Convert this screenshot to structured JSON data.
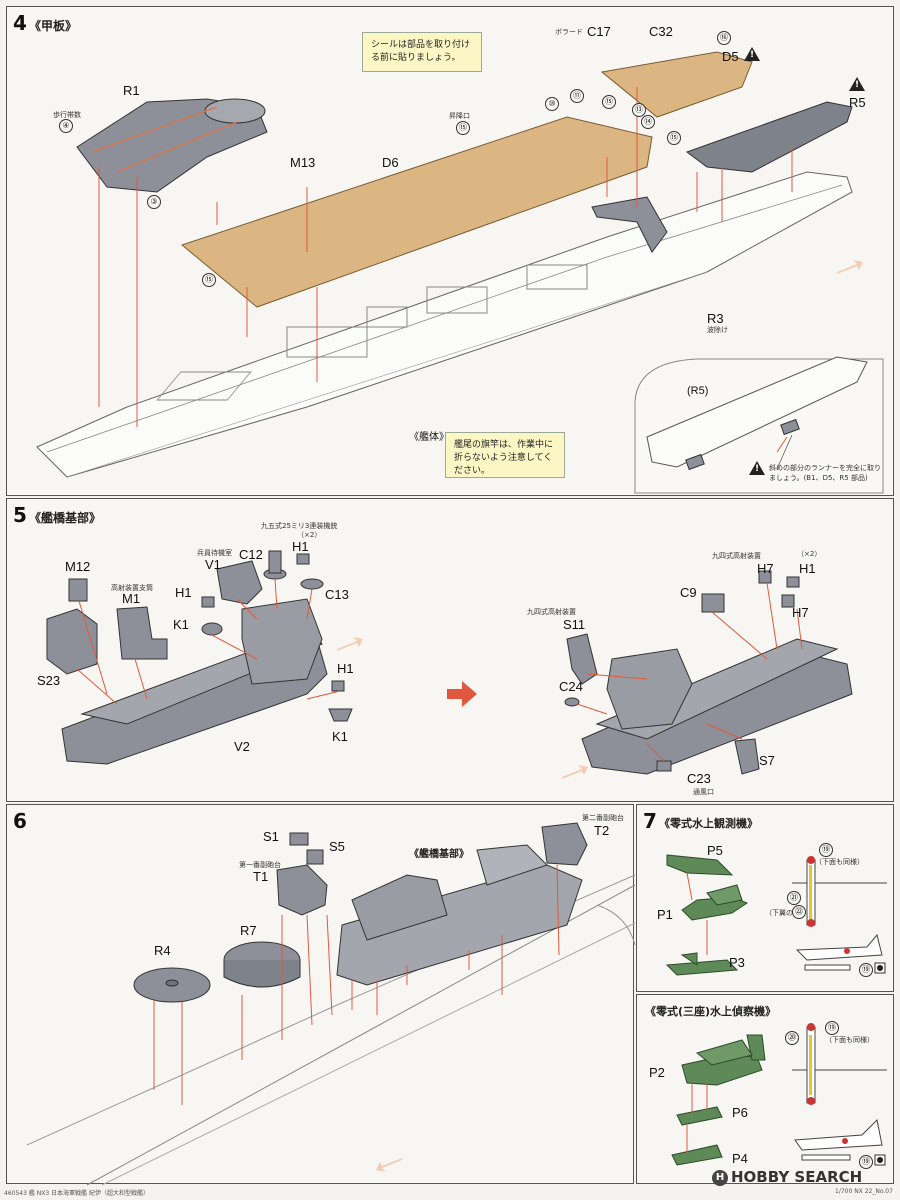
{
  "step4": {
    "number": "4",
    "title": "《甲板》",
    "note_top": "シールは部品を取り付ける前に貼りましょう。",
    "note_bottom": "艦尾の旗竿は、作業中に折らないよう注意してください。",
    "hull_label": "《艦体》",
    "parts": [
      "R1",
      "M13",
      "D6",
      "C17",
      "C32",
      "D5",
      "R5",
      "R3"
    ],
    "small_labels": {
      "walkway": "歩行帯数",
      "elevator": "昇降口",
      "bollard": "ボラード",
      "r3_sub": "波除け"
    },
    "circled": [
      "④",
      "③",
      "⑮",
      "⑩",
      "⑪",
      "⑬",
      "⑭",
      "⑯"
    ],
    "inset": {
      "label": "(R5)",
      "note": "斜めの部分のランナーを完全に取りましょう。(B1、D5、R5 部品)"
    }
  },
  "step5": {
    "number": "5",
    "title": "《艦橋基部》",
    "parts_left": [
      "M12",
      "M1",
      "S23",
      "V1",
      "C12",
      "H1",
      "K1",
      "C13",
      "V2"
    ],
    "parts_right": [
      "S11",
      "C9",
      "H7",
      "H1",
      "H7",
      "C24",
      "S7",
      "C23"
    ],
    "small_labels": {
      "aa_25mm": "九五式25ミリ3連装機銃",
      "x2a": "（×2）",
      "crew": "兵員待機室",
      "aa_support": "高射装置支筒",
      "type94_a": "九四式高射装置",
      "type94_b": "九四式高射装置",
      "x2b": "（×2）",
      "vent": "通風口"
    }
  },
  "step6": {
    "number": "6",
    "title": "《艦橋基部》",
    "parts": [
      "S1",
      "S5",
      "T1",
      "T2",
      "R7",
      "R4"
    ],
    "small_labels": {
      "first_aa": "第一番副砲台",
      "second_aa": "第二番副砲台"
    }
  },
  "step7": {
    "number": "7",
    "title_a": "《零式水上観測機》",
    "title_b": "《零式(三座)水上偵察機》",
    "parts_a": [
      "P5",
      "P1",
      "P3"
    ],
    "parts_b": [
      "P2",
      "P6",
      "P4"
    ],
    "circled_a": [
      "⑲",
      "㉑",
      "㉒",
      "⑲"
    ],
    "circled_b": [
      "⑲",
      "⑳",
      "⑲"
    ],
    "small_labels": {
      "lower_same_a": "（下面も同様）",
      "lower_wing": "（下翼の翼）",
      "lower_same_b": "（下面も同様）"
    }
  },
  "footer": {
    "left": "460543  艦 NX3 日本海軍戦艦 紀伊（超大和型戦艦）",
    "logo": "HOBBY SEARCH",
    "right": "1/700 NX 22_No.07"
  },
  "colors": {
    "deck_wood": "#dcb682",
    "grey_part": "#8d9098",
    "green_part": "#5e8a58",
    "arrow": "#e0593e",
    "note_bg": "#fbf6c4"
  }
}
